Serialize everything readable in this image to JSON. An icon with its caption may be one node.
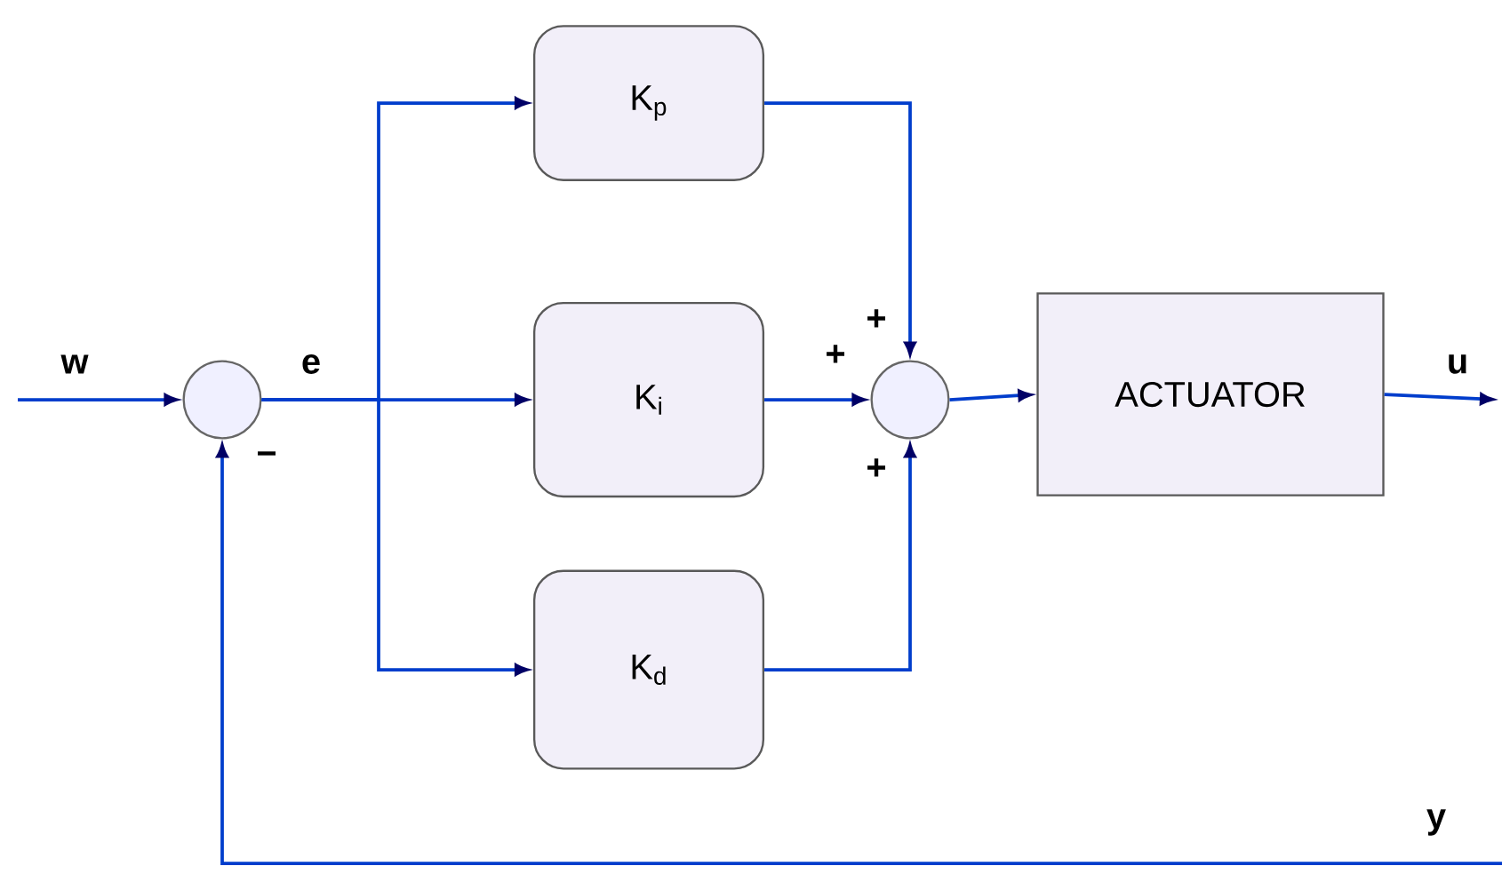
{
  "diagram": {
    "nodes": [
      {
        "text": [],
        "shape": "circle"
      },
      {
        "text": [
          "K$_{p}$"
        ]
      },
      {
        "text": [
          "K$_{i}$"
        ]
      },
      {
        "text": [
          "K$_{d}$"
        ]
      },
      {
        "text": [],
        "shape": "circle"
      },
      {
        "text": [
          "ACTUATOR"
        ]
      }
    ],
    "edges": [
      {
        "from": null,
        "to": 0,
        "arrow": "to",
        "label": "w"
      },
      {
        "from": 0,
        "to": 1,
        "arrow": "to"
      },
      {
        "from": 0,
        "to": 2,
        "arrow": "to"
      },
      {
        "from": 0,
        "to": 3,
        "arrow": "to"
      },
      {
        "from": 1,
        "to": 4,
        "arrow": "to"
      },
      {
        "from": 2,
        "to": 4,
        "arrow": "to"
      },
      {
        "from": 3,
        "to": 4,
        "arrow": "to"
      },
      {
        "from": 4,
        "to": 5,
        "arrow": "to"
      },
      {
        "from": 5,
        "to": null,
        "arrow": "to",
        "label": "u"
      },
      {
        "from": null,
        "to": 0,
        "arrow": "to",
        "label": "y"
      }
    ],
    "labels": [
      "e",
      "−",
      "+",
      "+",
      "+"
    ]
  }
}
